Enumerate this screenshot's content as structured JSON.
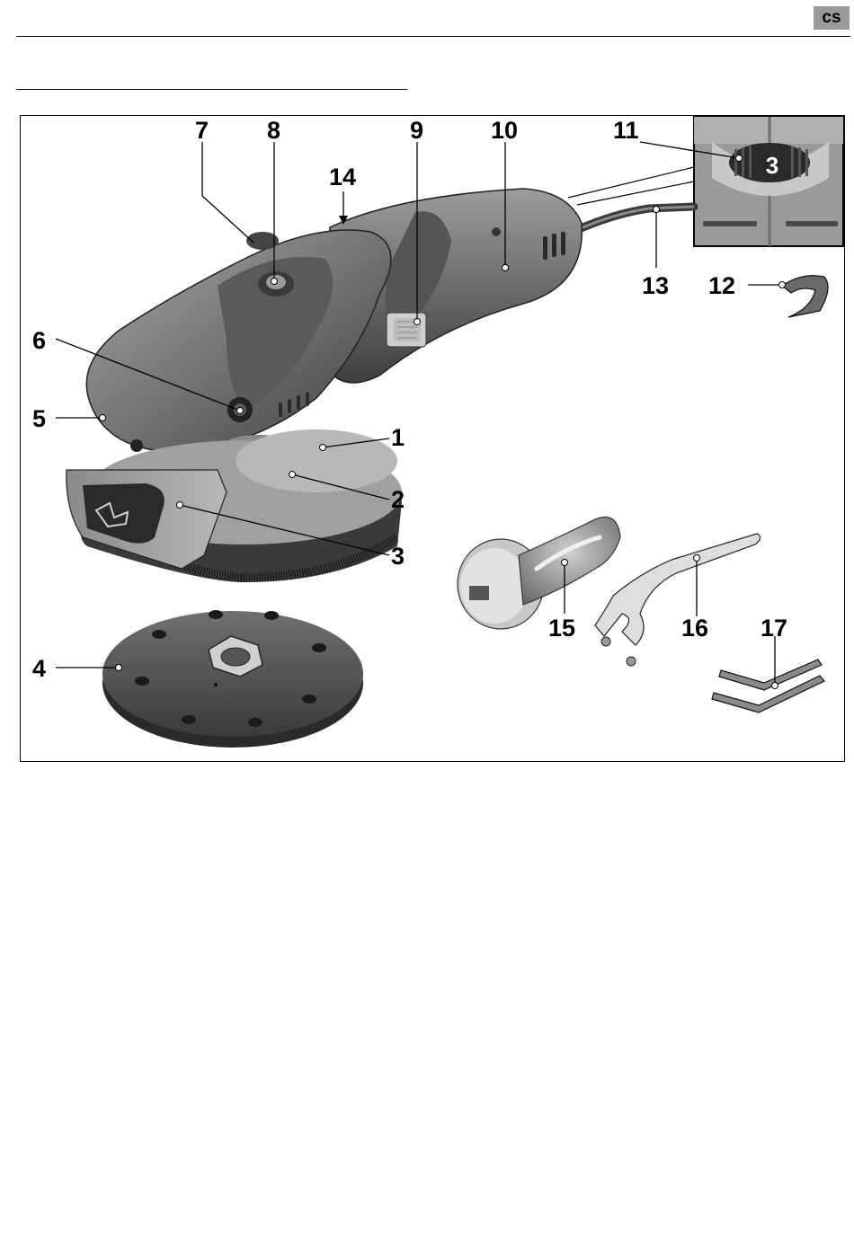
{
  "header": {
    "language_code": "cs"
  },
  "figure": {
    "callouts": [
      {
        "num": "1"
      },
      {
        "num": "2"
      },
      {
        "num": "3"
      },
      {
        "num": "4"
      },
      {
        "num": "5"
      },
      {
        "num": "6"
      },
      {
        "num": "7"
      },
      {
        "num": "8"
      },
      {
        "num": "9"
      },
      {
        "num": "10"
      },
      {
        "num": "11"
      },
      {
        "num": "12"
      },
      {
        "num": "13"
      },
      {
        "num": "14"
      },
      {
        "num": "15"
      },
      {
        "num": "16"
      },
      {
        "num": "17"
      }
    ],
    "dial_value": "3"
  }
}
